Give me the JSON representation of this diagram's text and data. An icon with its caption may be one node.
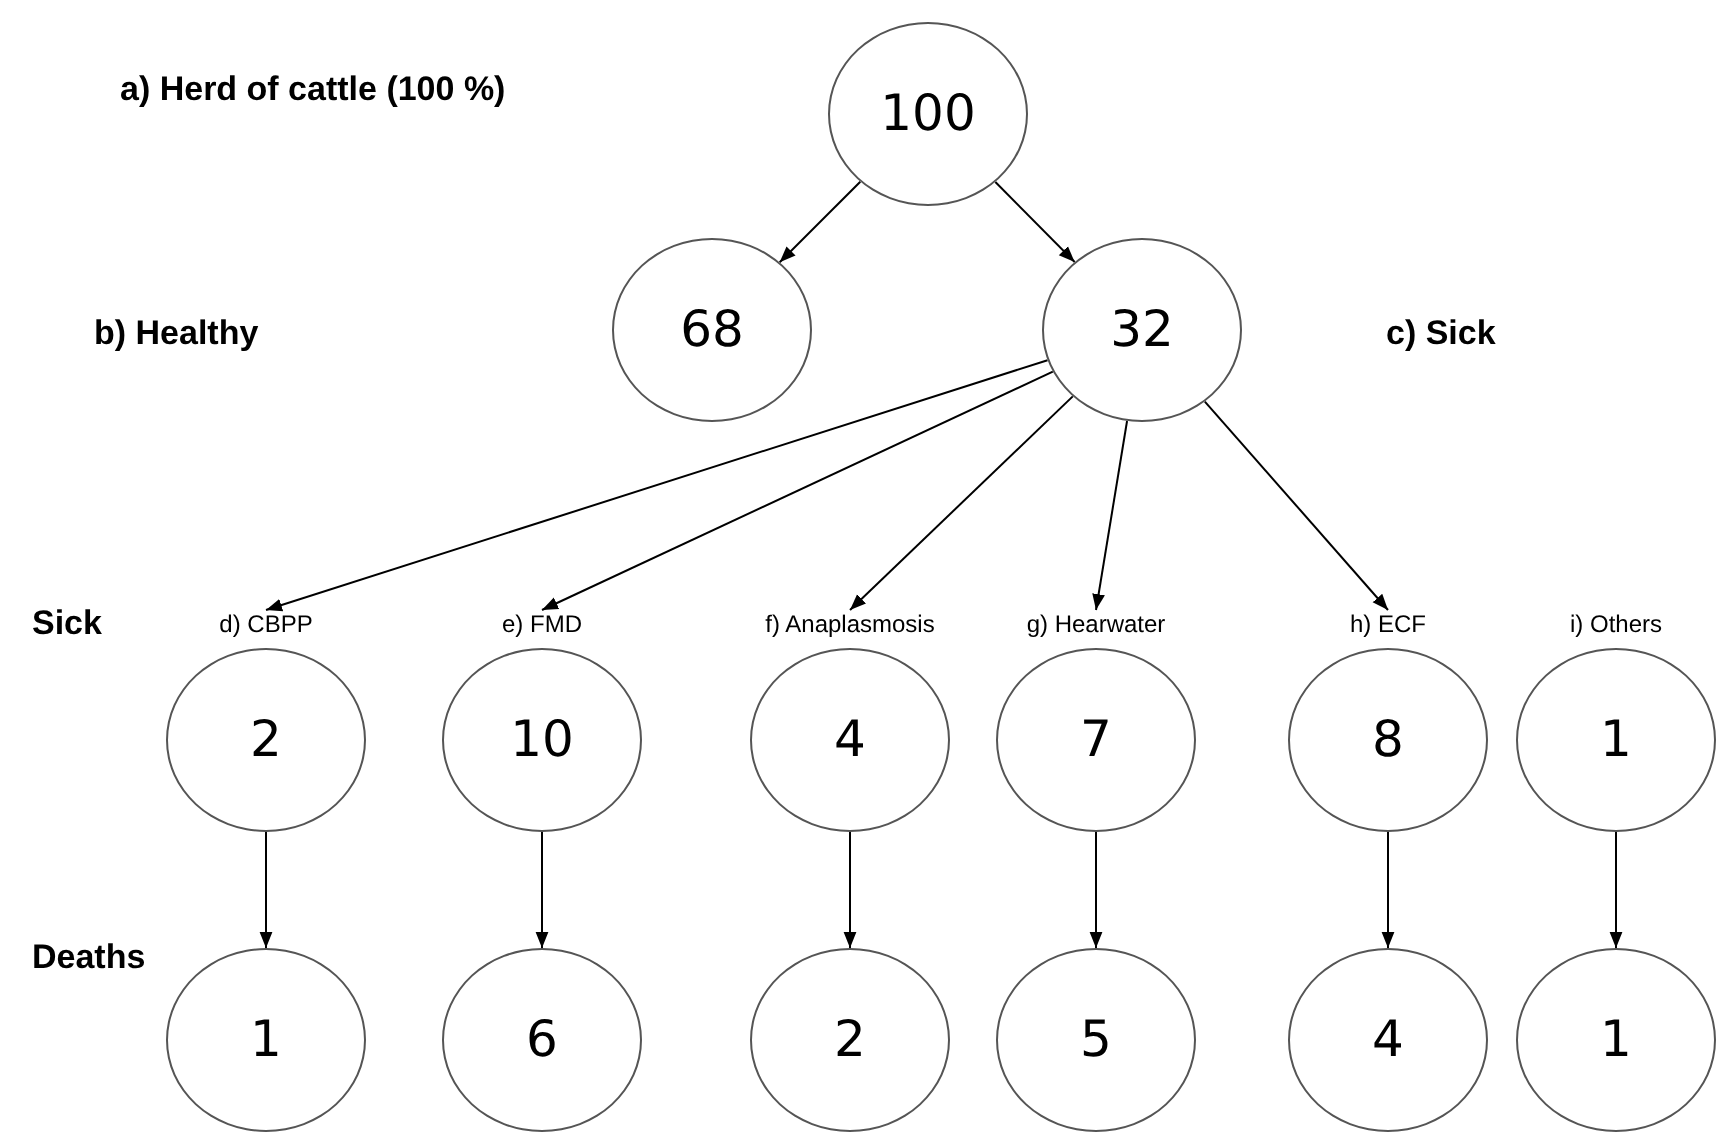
{
  "diagram": {
    "nodes": [
      {
        "text": [
          "100"
        ]
      },
      {
        "text": [
          "68"
        ]
      },
      {
        "text": [
          "32"
        ]
      },
      {
        "text": [
          "d) CBPP",
          "2"
        ]
      },
      {
        "text": [
          "e) FMD",
          "10"
        ]
      },
      {
        "text": [
          "f) Anaplasmosis",
          "4"
        ]
      },
      {
        "text": [
          "g) Hearwater",
          "7"
        ]
      },
      {
        "text": [
          "h) ECF",
          "8"
        ]
      },
      {
        "text": [
          "i) Others",
          "1"
        ]
      },
      {
        "text": [
          "1"
        ]
      },
      {
        "text": [
          "6"
        ]
      },
      {
        "text": [
          "2"
        ]
      },
      {
        "text": [
          "5"
        ]
      },
      {
        "text": [
          "4"
        ]
      },
      {
        "text": [
          "1"
        ]
      }
    ],
    "edges": [
      {
        "from": 0,
        "to": 1,
        "arrow": "to"
      },
      {
        "from": 0,
        "to": 2,
        "arrow": "to"
      },
      {
        "from": 2,
        "to": 3,
        "arrow": "to"
      },
      {
        "from": 2,
        "to": 4,
        "arrow": "to"
      },
      {
        "from": 2,
        "to": 5,
        "arrow": "to"
      },
      {
        "from": 2,
        "to": 6,
        "arrow": "to"
      },
      {
        "from": 2,
        "to": 7,
        "arrow": "to"
      },
      {
        "from": 3,
        "to": 9,
        "arrow": "to"
      },
      {
        "from": 4,
        "to": 10,
        "arrow": "to"
      },
      {
        "from": 5,
        "to": 11,
        "arrow": "to"
      },
      {
        "from": 6,
        "to": 12,
        "arrow": "to"
      },
      {
        "from": 7,
        "to": 13,
        "arrow": "to"
      },
      {
        "from": 8,
        "to": 14,
        "arrow": "to"
      }
    ],
    "labels": [
      "a) Herd of cattle (100 %)",
      "b) Healthy",
      "c) Sick",
      "Sick",
      "Deaths"
    ]
  }
}
